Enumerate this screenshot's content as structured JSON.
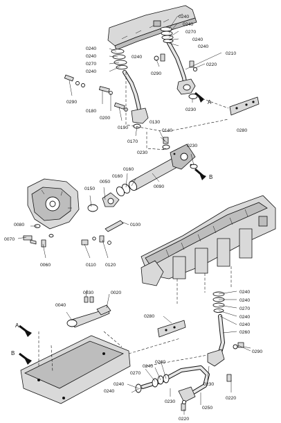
{
  "diagram": {
    "callouts": {
      "c0240_a": "0240",
      "c0240_b": "0240",
      "c0270_a": "0270",
      "c0240_c": "0240",
      "c0240_d": "0240",
      "c0210": "0210",
      "c0220_a": "0220",
      "c0290_a": "0290",
      "c0240_e": "0240",
      "c0240_f": "0240",
      "c0270_b": "0270",
      "c0240_g": "0240",
      "c0240_h": "0240",
      "c0290_b": "0290",
      "c0180": "0180",
      "c0200": "0200",
      "c0190": "0190",
      "c0170": "0170",
      "c0230_a": "0230",
      "c0280_a": "0280",
      "c0130": "0130",
      "c0140": "0140",
      "c0230_b": "0230",
      "c0230_c": "0230",
      "c0160_a": "0160",
      "c0160_b": "0160",
      "c0050": "0050",
      "c0150": "0150",
      "c0090": "0090",
      "c0080": "0080",
      "c0070": "0070",
      "c0060": "0060",
      "c0100": "0100",
      "c0110": "0110",
      "c0120": "0120",
      "c0030": "0030",
      "c0040": "0040",
      "c0020": "0020",
      "c0240_i": "0240",
      "c0240_j": "0240",
      "c0270_c": "0270",
      "c0240_k": "0240",
      "c0240_l": "0240",
      "c0260": "0260",
      "c0280_b": "0280",
      "c0290_c": "0290",
      "c0240_m": "0240",
      "c0240_n": "0240",
      "c0270_d": "0270",
      "c0240_o": "0240",
      "c0240_p": "0240",
      "c0230_d": "0230",
      "c0230_e": "0230",
      "c0220_b": "0220",
      "c0220_c": "0220",
      "c0250": "0250"
    },
    "direction_markers": {
      "a_top": "A",
      "b_mid": "B",
      "a_bottom": "A",
      "b_bottom": "B"
    }
  }
}
